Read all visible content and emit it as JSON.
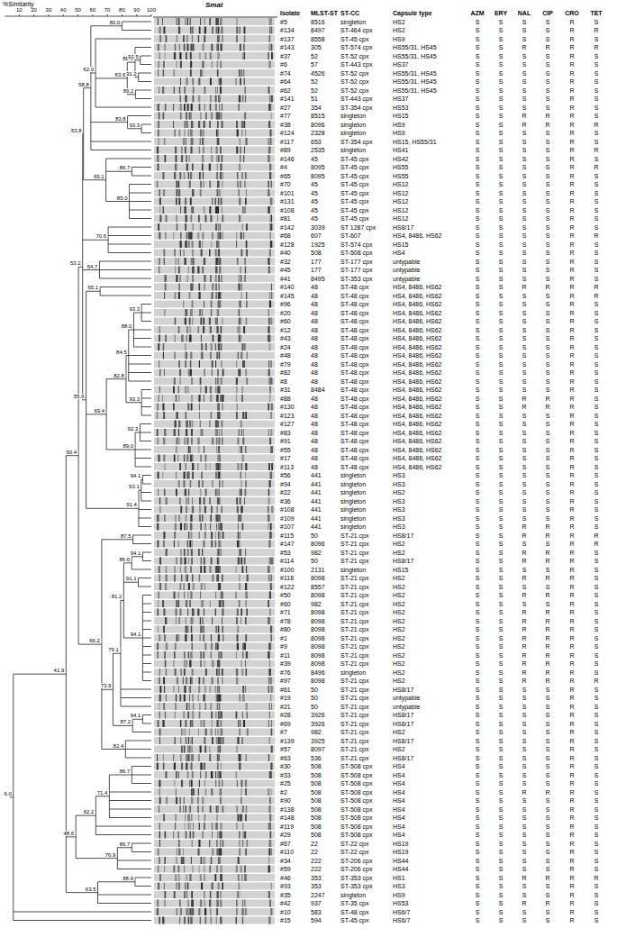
{
  "diagram": {
    "labels": [
      "%Similarity",
      "10",
      "20",
      "30",
      "40",
      "50",
      "60",
      "70",
      "80",
      "90",
      "100",
      "SmaI",
      "Isolate",
      "MLST-ST",
      "ST-CC",
      "Capsule type",
      "AZM",
      "ERY",
      "NAL",
      "CIP",
      "CRO",
      "TET",
      "#5",
      "8516",
      "singleton",
      "HS2",
      "S",
      "S",
      "S",
      "S",
      "R",
      "S",
      "#134",
      "8497",
      "ST-464 cpx",
      "HS2",
      "S",
      "S",
      "S",
      "S",
      "R",
      "R",
      "#137",
      "8558",
      "ST-45 cpx",
      "HS9",
      "S",
      "S",
      "S",
      "S",
      "R",
      "S",
      "#143",
      "305",
      "ST-574 cpx",
      "HS55/31, HS45",
      "S",
      "S",
      "R",
      "R",
      "R",
      "R",
      "#37",
      "52",
      "ST-52 cpx",
      "HS55/31, HS45",
      "S",
      "S",
      "S",
      "S",
      "R",
      "S",
      "#6",
      "57",
      "ST-443 cpx",
      "HS37",
      "S",
      "S",
      "S",
      "S",
      "R",
      "S",
      "#74",
      "4526",
      "ST-52 cpx",
      "HS55/31, HS45",
      "S",
      "S",
      "S",
      "S",
      "R",
      "S",
      "#64",
      "52",
      "ST-52 cpx",
      "HS55/31, HS45",
      "S",
      "S",
      "S",
      "S",
      "R",
      "S",
      "#62",
      "52",
      "ST-52 cpx",
      "HS55/31, HS45",
      "S",
      "S",
      "S",
      "S",
      "R",
      "S",
      "#141",
      "51",
      "ST-443 cpx",
      "HS37",
      "S",
      "S",
      "S",
      "S",
      "R",
      "S",
      "#27",
      "354",
      "ST-354 cpx",
      "HS53",
      "S",
      "S",
      "S",
      "S",
      "R",
      "S",
      "#77",
      "8515",
      "singleton",
      "HS15",
      "S",
      "S",
      "R",
      "R",
      "R",
      "S",
      "#38",
      "8096",
      "singleton",
      "HS9",
      "S",
      "S",
      "R",
      "R",
      "R",
      "R",
      "#124",
      "2328",
      "singleton",
      "HS9",
      "S",
      "S",
      "S",
      "S",
      "R",
      "S",
      "#117",
      "653",
      "ST-354 cpx",
      "HS15, HS55/31",
      "S",
      "S",
      "S",
      "S",
      "R",
      "S",
      "#89",
      "2535",
      "singleton",
      "HS41",
      "S",
      "S",
      "S",
      "S",
      "R",
      "R",
      "#146",
      "45",
      "ST-45 cpx",
      "HS42",
      "S",
      "S",
      "S",
      "S",
      "R",
      "S",
      "#4",
      "8095",
      "ST-45 cpx",
      "HS55",
      "S",
      "S",
      "S",
      "S",
      "R",
      "R",
      "#65",
      "8095",
      "ST-45 cpx",
      "HS55",
      "S",
      "S",
      "S",
      "S",
      "R",
      "S",
      "#70",
      "45",
      "ST-45 cpx",
      "HS12",
      "S",
      "S",
      "S",
      "S",
      "R",
      "S",
      "#101",
      "45",
      "ST-45 cpx",
      "HS12",
      "S",
      "S",
      "S",
      "S",
      "R",
      "S",
      "#131",
      "45",
      "ST-45 cpx",
      "HS12",
      "S",
      "S",
      "S",
      "S",
      "R",
      "S",
      "#108",
      "45",
      "ST-45 cpx",
      "HS12",
      "S",
      "S",
      "S",
      "S",
      "R",
      "S",
      "#81",
      "45",
      "ST-45 cpx",
      "HS12",
      "S",
      "S",
      "S",
      "S",
      "R",
      "S",
      "#142",
      "3039",
      "ST 1287 cpx",
      "HS8/17",
      "S",
      "S",
      "S",
      "S",
      "R",
      "S",
      "#68",
      "607",
      "ST-607",
      "HS4, 8486, HS62",
      "S",
      "S",
      "S",
      "S",
      "R",
      "R",
      "#128",
      "1925",
      "ST-574 cpx",
      "HS15",
      "S",
      "S",
      "S",
      "S",
      "R",
      "S",
      "#40",
      "508",
      "ST-508 cpx",
      "HS4",
      "S",
      "S",
      "S",
      "S",
      "R",
      "S",
      "#32",
      "177",
      "ST-177 cpx",
      "untypable",
      "S",
      "S",
      "S",
      "S",
      "R",
      "S",
      "#45",
      "177",
      "ST-177 cpx",
      "untypable",
      "S",
      "S",
      "S",
      "S",
      "R",
      "S",
      "#41",
      "8495",
      "ST-353 cpx",
      "untypable",
      "S",
      "S",
      "S",
      "S",
      "R",
      "S",
      "#140",
      "48",
      "ST-48 cpx",
      "HS4, 8486, HS62",
      "S",
      "S",
      "R",
      "R",
      "R",
      "R",
      "#145",
      "48",
      "ST-48 cpx",
      "HS4, 8486, HS62",
      "S",
      "S",
      "S",
      "S",
      "R",
      "R",
      "#96",
      "48",
      "ST-48 cpx",
      "HS4, 8486, HS62",
      "S",
      "S",
      "S",
      "S",
      "R",
      "S",
      "#20",
      "48",
      "ST-48 cpx",
      "HS4, 8486, HS62",
      "S",
      "S",
      "S",
      "S",
      "R",
      "S",
      "#60",
      "48",
      "ST-48 cpx",
      "HS4, 8486, HS62",
      "S",
      "S",
      "S",
      "S",
      "R",
      "S",
      "#12",
      "48",
      "ST-48 cpx",
      "HS4, 8486, HS62",
      "S",
      "S",
      "S",
      "S",
      "R",
      "S",
      "#43",
      "48",
      "ST-48 cpx",
      "HS4, 8486, HS62",
      "S",
      "S",
      "S",
      "S",
      "R",
      "S",
      "#24",
      "48",
      "ST-48 cpx",
      "HS4, 8486, HS62",
      "S",
      "S",
      "S",
      "S",
      "R",
      "S",
      "#48",
      "48",
      "ST-48 cpx",
      "HS4, 8486, HS62",
      "S",
      "S",
      "S",
      "S",
      "R",
      "S",
      "#79",
      "48",
      "ST-48 cpx",
      "HS4, 8486, HS62",
      "S",
      "S",
      "S",
      "S",
      "R",
      "S",
      "#82",
      "48",
      "ST-48 cpx",
      "HS4, 8486, HS62",
      "S",
      "S",
      "S",
      "S",
      "R",
      "S",
      "#8",
      "48",
      "ST-48 cpx",
      "HS4, 8486, HS62",
      "S",
      "S",
      "S",
      "S",
      "R",
      "S",
      "#31",
      "8484",
      "ST-48 cpx",
      "HS4, 8486, HS62",
      "S",
      "S",
      "S",
      "S",
      "R",
      "S",
      "#88",
      "48",
      "ST-48 cpx",
      "HS4, 8486, HS62",
      "S",
      "S",
      "R",
      "R",
      "R",
      "S",
      "#130",
      "48",
      "ST-48 cpx",
      "HS4, 8486, HS62",
      "S",
      "S",
      "R",
      "R",
      "R",
      "S",
      "#123",
      "48",
      "ST-48 cpx",
      "HS4, 8486, HS62",
      "S",
      "S",
      "S",
      "S",
      "R",
      "S",
      "#127",
      "48",
      "ST-48 cpx",
      "HS4, 8486, HS62",
      "S",
      "S",
      "S",
      "S",
      "R",
      "S",
      "#83",
      "48",
      "ST-48 cpx",
      "HS4, 8486, HS62",
      "S",
      "S",
      "S",
      "S",
      "R",
      "S",
      "#91",
      "48",
      "ST-48 cpx",
      "HS4, 8486, HS62",
      "S",
      "S",
      "S",
      "S",
      "R",
      "S",
      "#55",
      "48",
      "ST-48 cpx",
      "HS4, 8486, HS62",
      "S",
      "S",
      "S",
      "S",
      "R",
      "S",
      "#17",
      "48",
      "ST-48 cpx",
      "HS4, 8486, HS62",
      "S",
      "S",
      "S",
      "S",
      "R",
      "S",
      "#113",
      "48",
      "ST-48 cpx",
      "HS4, 8486, HS62",
      "S",
      "S",
      "S",
      "S",
      "R",
      "S",
      "#56",
      "441",
      "singleton",
      "HS3",
      "S",
      "S",
      "S",
      "S",
      "R",
      "S",
      "#94",
      "441",
      "singleton",
      "HS3",
      "S",
      "S",
      "S",
      "S",
      "R",
      "S",
      "#22",
      "441",
      "singleton",
      "HS2",
      "S",
      "S",
      "S",
      "S",
      "R",
      "S",
      "#36",
      "441",
      "singleton",
      "HS3",
      "S",
      "S",
      "S",
      "S",
      "R",
      "S",
      "#108",
      "441",
      "singleton",
      "HS3",
      "S",
      "S",
      "S",
      "S",
      "R",
      "S",
      "#109",
      "441",
      "singleton",
      "HS3",
      "S",
      "S",
      "S",
      "S",
      "R",
      "S",
      "#107",
      "441",
      "singleton",
      "HS3",
      "S",
      "S",
      "R",
      "R",
      "R",
      "S",
      "#115",
      "50",
      "ST-21 cpx",
      "HS8/17",
      "S",
      "S",
      "R",
      "R",
      "R",
      "R",
      "#147",
      "8096",
      "ST-21 cpx",
      "HS2",
      "S",
      "S",
      "S",
      "S",
      "R",
      "R",
      "#53",
      "982",
      "ST-21 cpx",
      "HS2",
      "S",
      "S",
      "R",
      "R",
      "R",
      "S",
      "#114",
      "50",
      "ST-21 cpx",
      "HS8/17",
      "S",
      "S",
      "R",
      "R",
      "R",
      "S",
      "#100",
      "2131",
      "singleton",
      "HS15",
      "S",
      "S",
      "S",
      "S",
      "R",
      "S",
      "#118",
      "8098",
      "ST-21 cpx",
      "HS2",
      "S",
      "S",
      "R",
      "R",
      "R",
      "S",
      "#122",
      "8557",
      "ST-21 cpx",
      "HS2",
      "S",
      "S",
      "S",
      "S",
      "R",
      "S",
      "#50",
      "8098",
      "ST-21 cpx",
      "HS2",
      "S",
      "S",
      "R",
      "R",
      "R",
      "S",
      "#60",
      "982",
      "ST-21 cpx",
      "HS2",
      "S",
      "S",
      "S",
      "S",
      "R",
      "S",
      "#71",
      "8098",
      "ST-21 cpx",
      "HS2",
      "S",
      "S",
      "R",
      "R",
      "R",
      "S",
      "#78",
      "8098",
      "ST-21 cpx",
      "HS2",
      "S",
      "S",
      "R",
      "R",
      "R",
      "S",
      "#80",
      "8098",
      "ST-21 cpx",
      "HS2",
      "S",
      "S",
      "R",
      "R",
      "R",
      "S",
      "#1",
      "8098",
      "ST-21 cpx",
      "HS2",
      "S",
      "S",
      "R",
      "R",
      "R",
      "S",
      "#9",
      "8098",
      "ST-21 cpx",
      "HS2",
      "S",
      "S",
      "R",
      "R",
      "R",
      "S",
      "#11",
      "8098",
      "ST-21 cpx",
      "HS2",
      "S",
      "S",
      "R",
      "R",
      "R",
      "S",
      "#39",
      "8098",
      "ST-21 cpx",
      "HS2",
      "S",
      "S",
      "R",
      "R",
      "R",
      "S",
      "#76",
      "8496",
      "singleton",
      "HS2",
      "S",
      "S",
      "R",
      "R",
      "R",
      "S",
      "#97",
      "8098",
      "ST-21 cpx",
      "HS2",
      "S",
      "S",
      "R",
      "R",
      "R",
      "R",
      "#61",
      "50",
      "ST-21 cpx",
      "HS8/17",
      "S",
      "S",
      "S",
      "S",
      "R",
      "S",
      "#19",
      "50",
      "ST-21 cpx",
      "untypable",
      "S",
      "S",
      "S",
      "S",
      "R",
      "S",
      "#21",
      "50",
      "ST-21 cpx",
      "untypable",
      "S",
      "S",
      "S",
      "S",
      "R",
      "S",
      "#28",
      "3926",
      "ST-21 cpx",
      "HS8/17",
      "S",
      "S",
      "S",
      "S",
      "R",
      "S",
      "#69",
      "3926",
      "ST-21 cpx",
      "HS8/17",
      "S",
      "S",
      "S",
      "S",
      "R",
      "S",
      "#7",
      "982",
      "ST-21 cpx",
      "HS2",
      "S",
      "S",
      "S",
      "S",
      "R",
      "S",
      "#139",
      "3925",
      "ST-21 cpx",
      "HS8/17",
      "S",
      "S",
      "S",
      "S",
      "R",
      "S",
      "#57",
      "8097",
      "ST-21 cpx",
      "HS2",
      "S",
      "S",
      "S",
      "S",
      "R",
      "S",
      "#63",
      "536",
      "ST-21 cpx",
      "HS8/17",
      "S",
      "S",
      "S",
      "S",
      "R",
      "S",
      "#30",
      "508",
      "ST-508 cpx",
      "HS4",
      "S",
      "S",
      "S",
      "S",
      "R",
      "S",
      "#33",
      "508",
      "ST-508 cpx",
      "HS4",
      "S",
      "S",
      "S",
      "S",
      "R",
      "S",
      "#25",
      "508",
      "ST-508 cpx",
      "HS4",
      "S",
      "S",
      "S",
      "S",
      "R",
      "S",
      "#2",
      "508",
      "ST-508 cpx",
      "HS4",
      "S",
      "S",
      "R",
      "R",
      "R",
      "S",
      "#90",
      "508",
      "ST-508 cpx",
      "HS4",
      "S",
      "S",
      "S",
      "S",
      "R",
      "S",
      "#138",
      "508",
      "ST-508 cpx",
      "HS4",
      "S",
      "S",
      "S",
      "S",
      "R",
      "S",
      "#148",
      "508",
      "ST-508 cpx",
      "HS4",
      "S",
      "S",
      "S",
      "S",
      "R",
      "S",
      "#119",
      "508",
      "ST-508 cpx",
      "HS4",
      "S",
      "S",
      "S",
      "S",
      "R",
      "S",
      "#29",
      "508",
      "ST-508 cpx",
      "HS4",
      "S",
      "S",
      "S",
      "S",
      "R",
      "S",
      "#67",
      "22",
      "ST-22 cpx",
      "HS19",
      "S",
      "S",
      "S",
      "S",
      "R",
      "S",
      "#110",
      "22",
      "ST-22 cpx",
      "HS19",
      "S",
      "S",
      "S",
      "S",
      "R",
      "S",
      "#34",
      "222",
      "ST-206 cpx",
      "HS44",
      "S",
      "S",
      "S",
      "S",
      "R",
      "S",
      "#59",
      "222",
      "ST-206 cpx",
      "HS44",
      "S",
      "S",
      "S",
      "S",
      "R",
      "S",
      "#46",
      "353",
      "ST-353 cpx",
      "HS1",
      "S",
      "S",
      "R",
      "R",
      "R",
      "R",
      "#93",
      "353",
      "ST-353 cpx",
      "HS3",
      "S",
      "S",
      "S",
      "S",
      "R",
      "S",
      "#35",
      "2247",
      "singleton",
      "HS9",
      "S",
      "S",
      "S",
      "S",
      "R",
      "S",
      "#42",
      "937",
      "ST-35 cpx",
      "HS53",
      "S",
      "S",
      "R",
      "R",
      "R",
      "S",
      "#10",
      "583",
      "ST-48 cpx",
      "HS6/7",
      "S",
      "S",
      "S",
      "S",
      "R",
      "S",
      "#15",
      "594",
      "ST-45 cpx",
      "HS6/7",
      "S",
      "S",
      "S",
      "S",
      "R",
      "S",
      "80.0",
      "88.9",
      "92.5",
      "91.2",
      "83.6",
      "89.2",
      "62.0",
      "93.3",
      "83.8",
      "58.8",
      "86.7",
      "85.0",
      "69.1",
      "53.8",
      "70.6",
      "64.7",
      "65.1",
      "93.3",
      "53.2",
      "84.5",
      "88.0",
      "82.8",
      "55.6",
      "93.3",
      "92.3",
      "89.0",
      "69.4",
      "94.1",
      "93.1",
      "91.4",
      "87.5",
      "94.1",
      "86.6",
      "91.1",
      "66.2",
      "94.1",
      "81.2",
      "50.4",
      "79.1",
      "94.1",
      "87.2",
      "73.9",
      "82.4",
      "86.7",
      "41.9",
      "71.4",
      "48.6",
      "62.2",
      "86.7",
      "76.9",
      "88.9",
      "63.5",
      "6.0"
    ]
  }
}
